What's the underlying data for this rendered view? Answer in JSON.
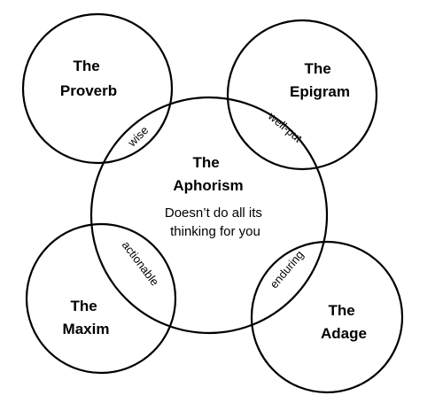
{
  "center": {
    "title_line1": "The",
    "title_line2": "Aphorism",
    "desc_line1": "Doesn’t do all its",
    "desc_line2": "thinking for you"
  },
  "top_left": {
    "line1": "The",
    "line2": "Proverb"
  },
  "top_right": {
    "line1": "The",
    "line2": "Epigram"
  },
  "bottom_left": {
    "line1": "The",
    "line2": "Maxim"
  },
  "bottom_right": {
    "line1": "The",
    "line2": "Adage"
  },
  "overlaps": {
    "top_left": "wise",
    "top_right": "well-put",
    "bottom_left": "actionable",
    "bottom_right": "enduring"
  }
}
